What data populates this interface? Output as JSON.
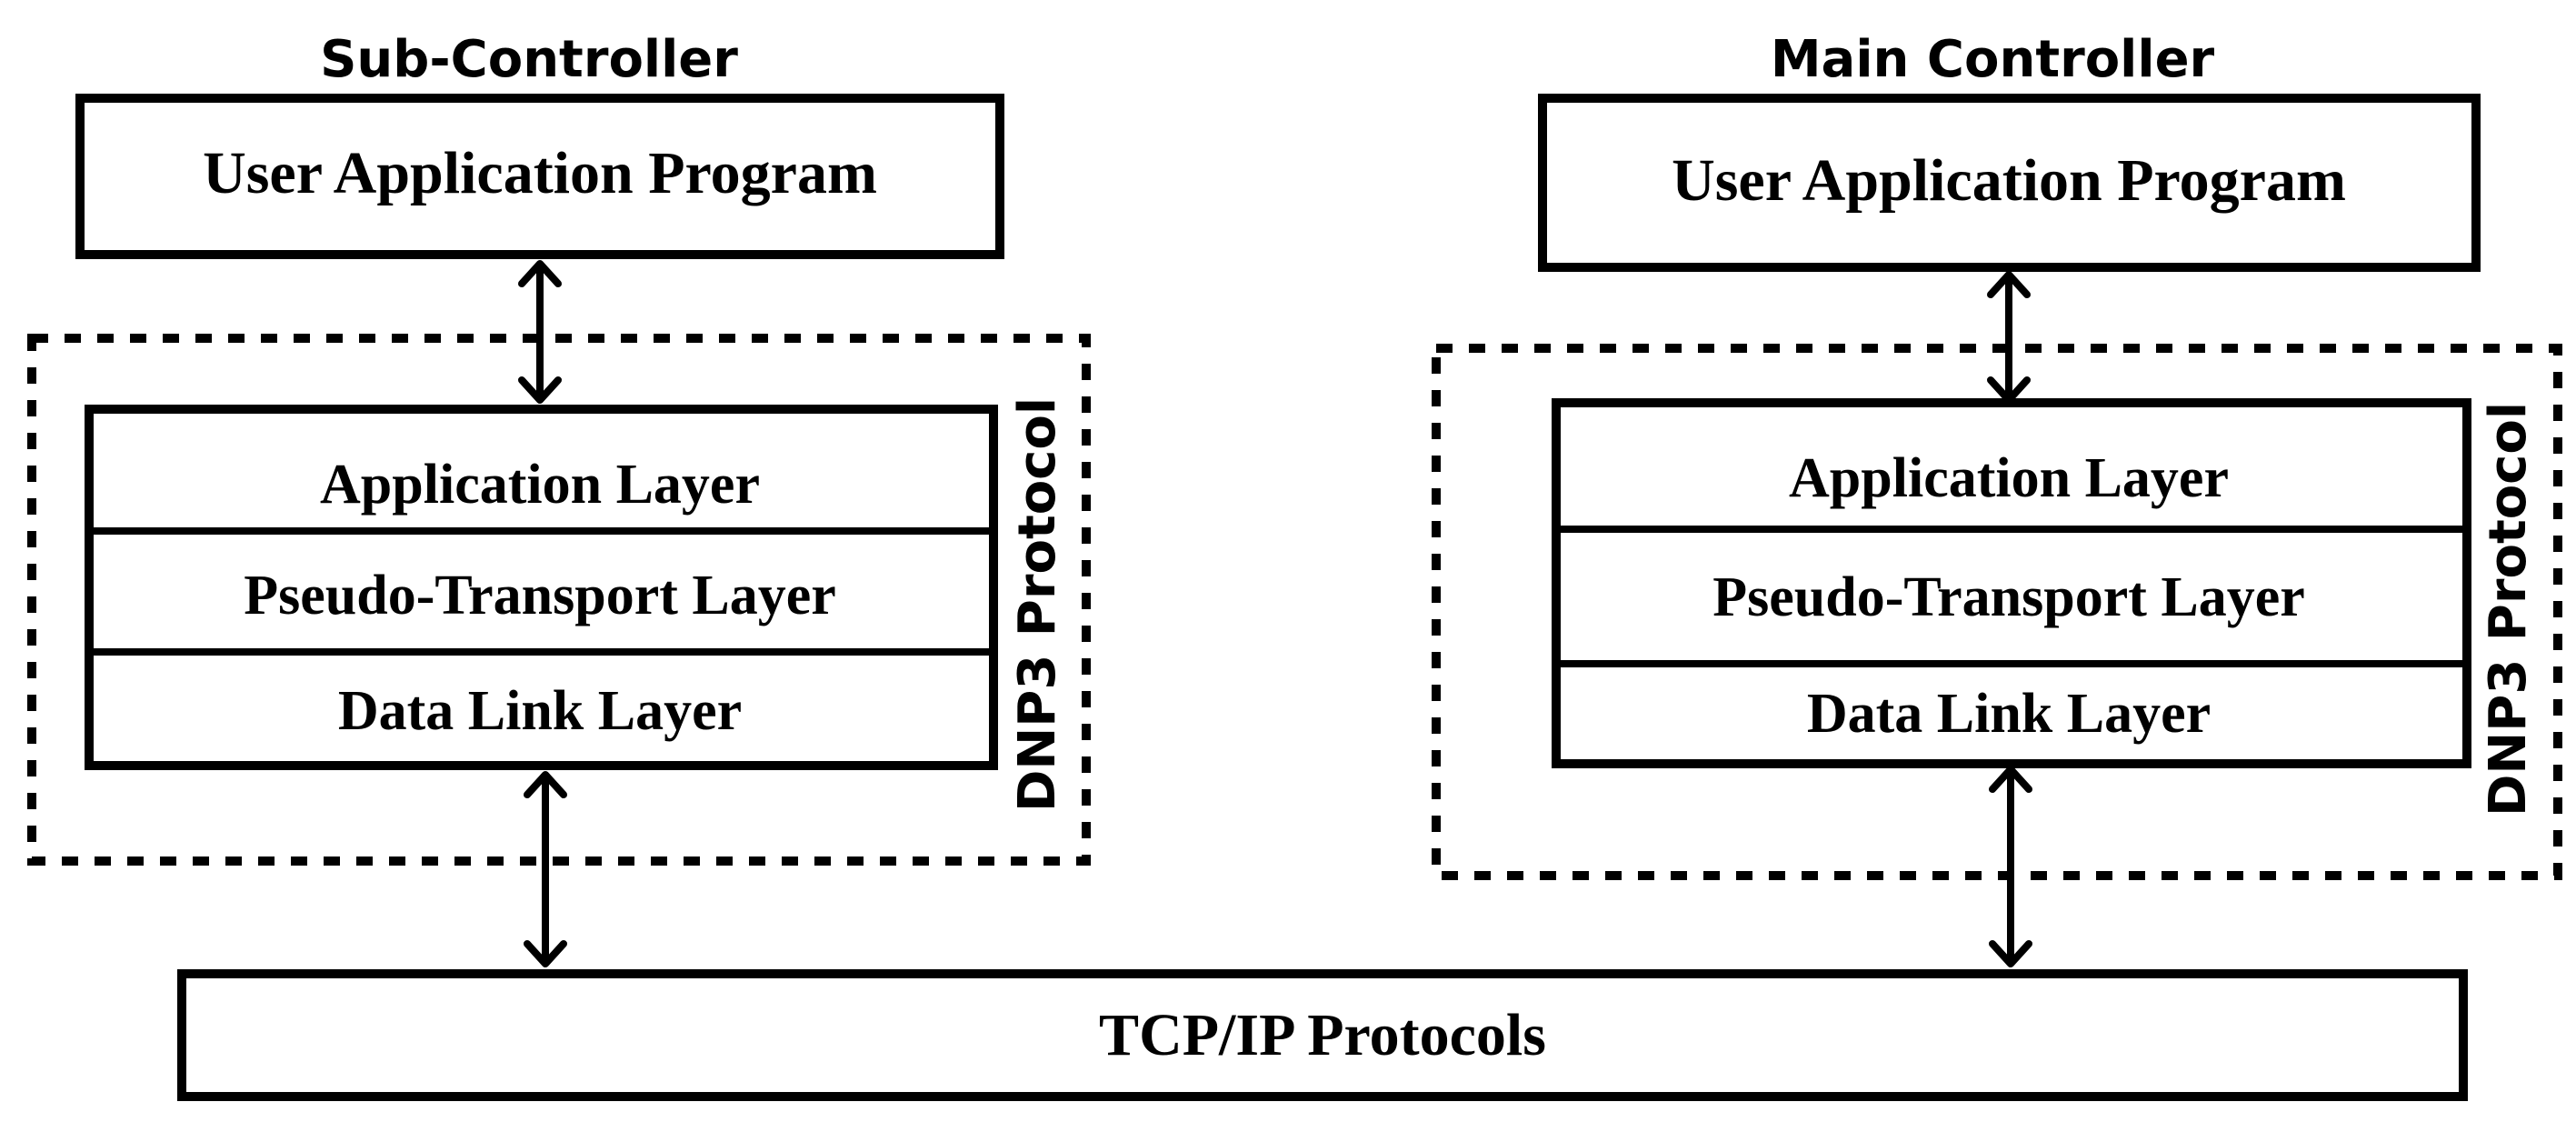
{
  "sub_controller": {
    "title": "Sub-Controller",
    "user_app": "User Application Program",
    "layers": [
      "Application Layer",
      "Pseudo-Transport Layer",
      "Data Link Layer"
    ],
    "protocol_label": "DNP3 Protocol"
  },
  "main_controller": {
    "title": "Main Controller",
    "user_app": "User Application Program",
    "layers": [
      "Application Layer",
      "Pseudo-Transport Layer",
      "Data Link Layer"
    ],
    "protocol_label": "DNP3 Protocol"
  },
  "network": {
    "label": "TCP/IP Protocols"
  }
}
